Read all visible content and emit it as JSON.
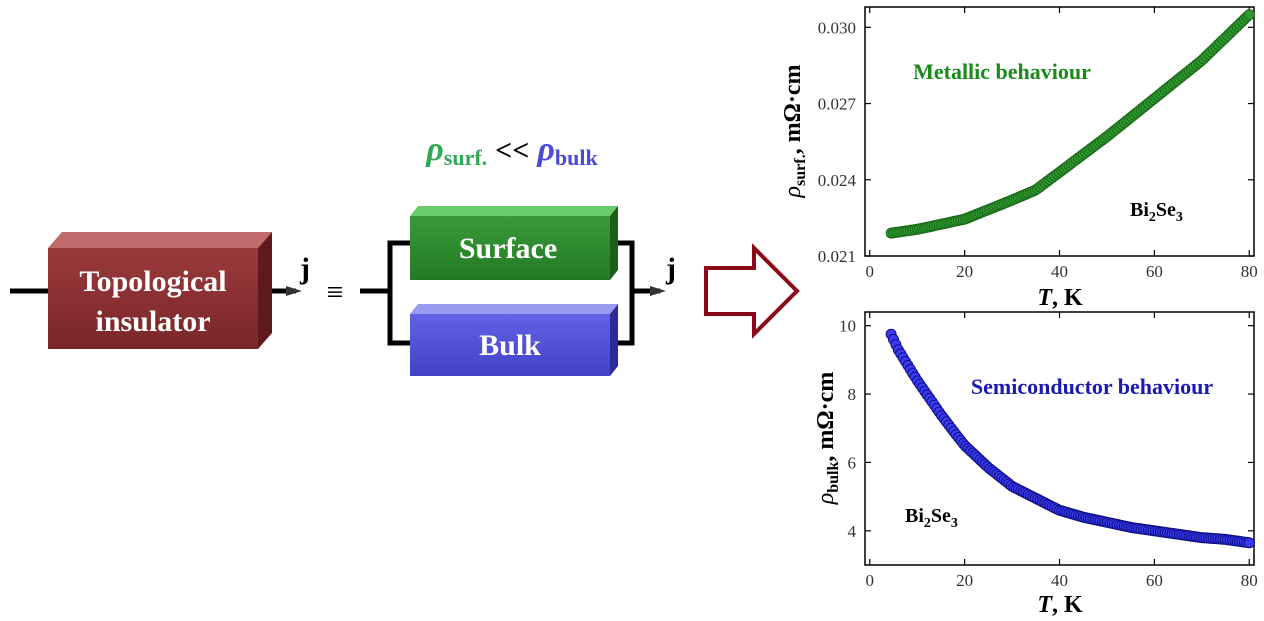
{
  "diagram": {
    "ti_label_line1": "Topological",
    "ti_label_line2": "insulator",
    "ti_color": "#8b3234",
    "current_symbol": "j",
    "equiv_symbol": "≡",
    "surface_label": "Surface",
    "surface_color": "#2e8b2e",
    "bulk_label": "Bulk",
    "bulk_color": "#5050d8",
    "relation": {
      "rho": "ρ",
      "surf_sub": "surf.",
      "less": "<<",
      "bulk_sub": "bulk",
      "surf_color": "#2faa55",
      "bulk_color": "#4a4ad8"
    },
    "arrow_color": "#8b0a1a"
  },
  "chart_data": [
    {
      "type": "scatter",
      "title": "",
      "annotation": "Metallic behaviour",
      "annotation_color": "#1a8a1a",
      "material": {
        "base1": "Bi",
        "sub1": "2",
        "base2": "Se",
        "sub2": "3"
      },
      "ylabel": {
        "rho": "ρ",
        "sub": "surf.",
        "rest": ", mΩ·cm"
      },
      "xlabel": {
        "italic": "T",
        "rest": ", K"
      },
      "xlim": [
        -1,
        81
      ],
      "ylim": [
        0.021,
        0.0308
      ],
      "xticks": [
        0,
        20,
        40,
        60,
        80
      ],
      "yticks": [
        0.021,
        0.024,
        0.027,
        0.03
      ],
      "ytick_labels": [
        "0.021",
        "0.024",
        "0.027",
        "0.030"
      ],
      "color": "#2e9a2e",
      "edge_color": "#1a6a1a",
      "x_range": [
        4.5,
        80
      ],
      "curve": [
        [
          4.5,
          0.0219
        ],
        [
          10,
          0.02205
        ],
        [
          20,
          0.02245
        ],
        [
          30,
          0.0232
        ],
        [
          35,
          0.0236
        ],
        [
          40,
          0.0243
        ],
        [
          50,
          0.0257
        ],
        [
          60,
          0.0272
        ],
        [
          70,
          0.0287
        ],
        [
          80,
          0.0305
        ]
      ]
    },
    {
      "type": "scatter",
      "title": "",
      "annotation": "Semiconductor behaviour",
      "annotation_color": "#1a1ab0",
      "material": {
        "base1": "Bi",
        "sub1": "2",
        "base2": "Se",
        "sub2": "3"
      },
      "ylabel": {
        "rho": "ρ",
        "sub": "bulk",
        "rest": ", mΩ·cm"
      },
      "xlabel": {
        "italic": "T",
        "rest": ", K"
      },
      "xlim": [
        -1,
        81
      ],
      "ylim": [
        3.0,
        10.4
      ],
      "xticks": [
        0,
        20,
        40,
        60,
        80
      ],
      "yticks": [
        4,
        6,
        8,
        10
      ],
      "ytick_labels": [
        "4",
        "6",
        "8",
        "10"
      ],
      "color": "#3a3af0",
      "edge_color": "#10108a",
      "x_range": [
        4.5,
        80
      ],
      "curve": [
        [
          4.5,
          9.75
        ],
        [
          6,
          9.3
        ],
        [
          8,
          8.85
        ],
        [
          10,
          8.4
        ],
        [
          12,
          8.0
        ],
        [
          15,
          7.4
        ],
        [
          18,
          6.85
        ],
        [
          20,
          6.5
        ],
        [
          25,
          5.85
        ],
        [
          30,
          5.3
        ],
        [
          35,
          4.95
        ],
        [
          40,
          4.6
        ],
        [
          45,
          4.4
        ],
        [
          50,
          4.25
        ],
        [
          55,
          4.1
        ],
        [
          60,
          4.0
        ],
        [
          65,
          3.9
        ],
        [
          70,
          3.8
        ],
        [
          75,
          3.75
        ],
        [
          80,
          3.65
        ]
      ]
    }
  ]
}
